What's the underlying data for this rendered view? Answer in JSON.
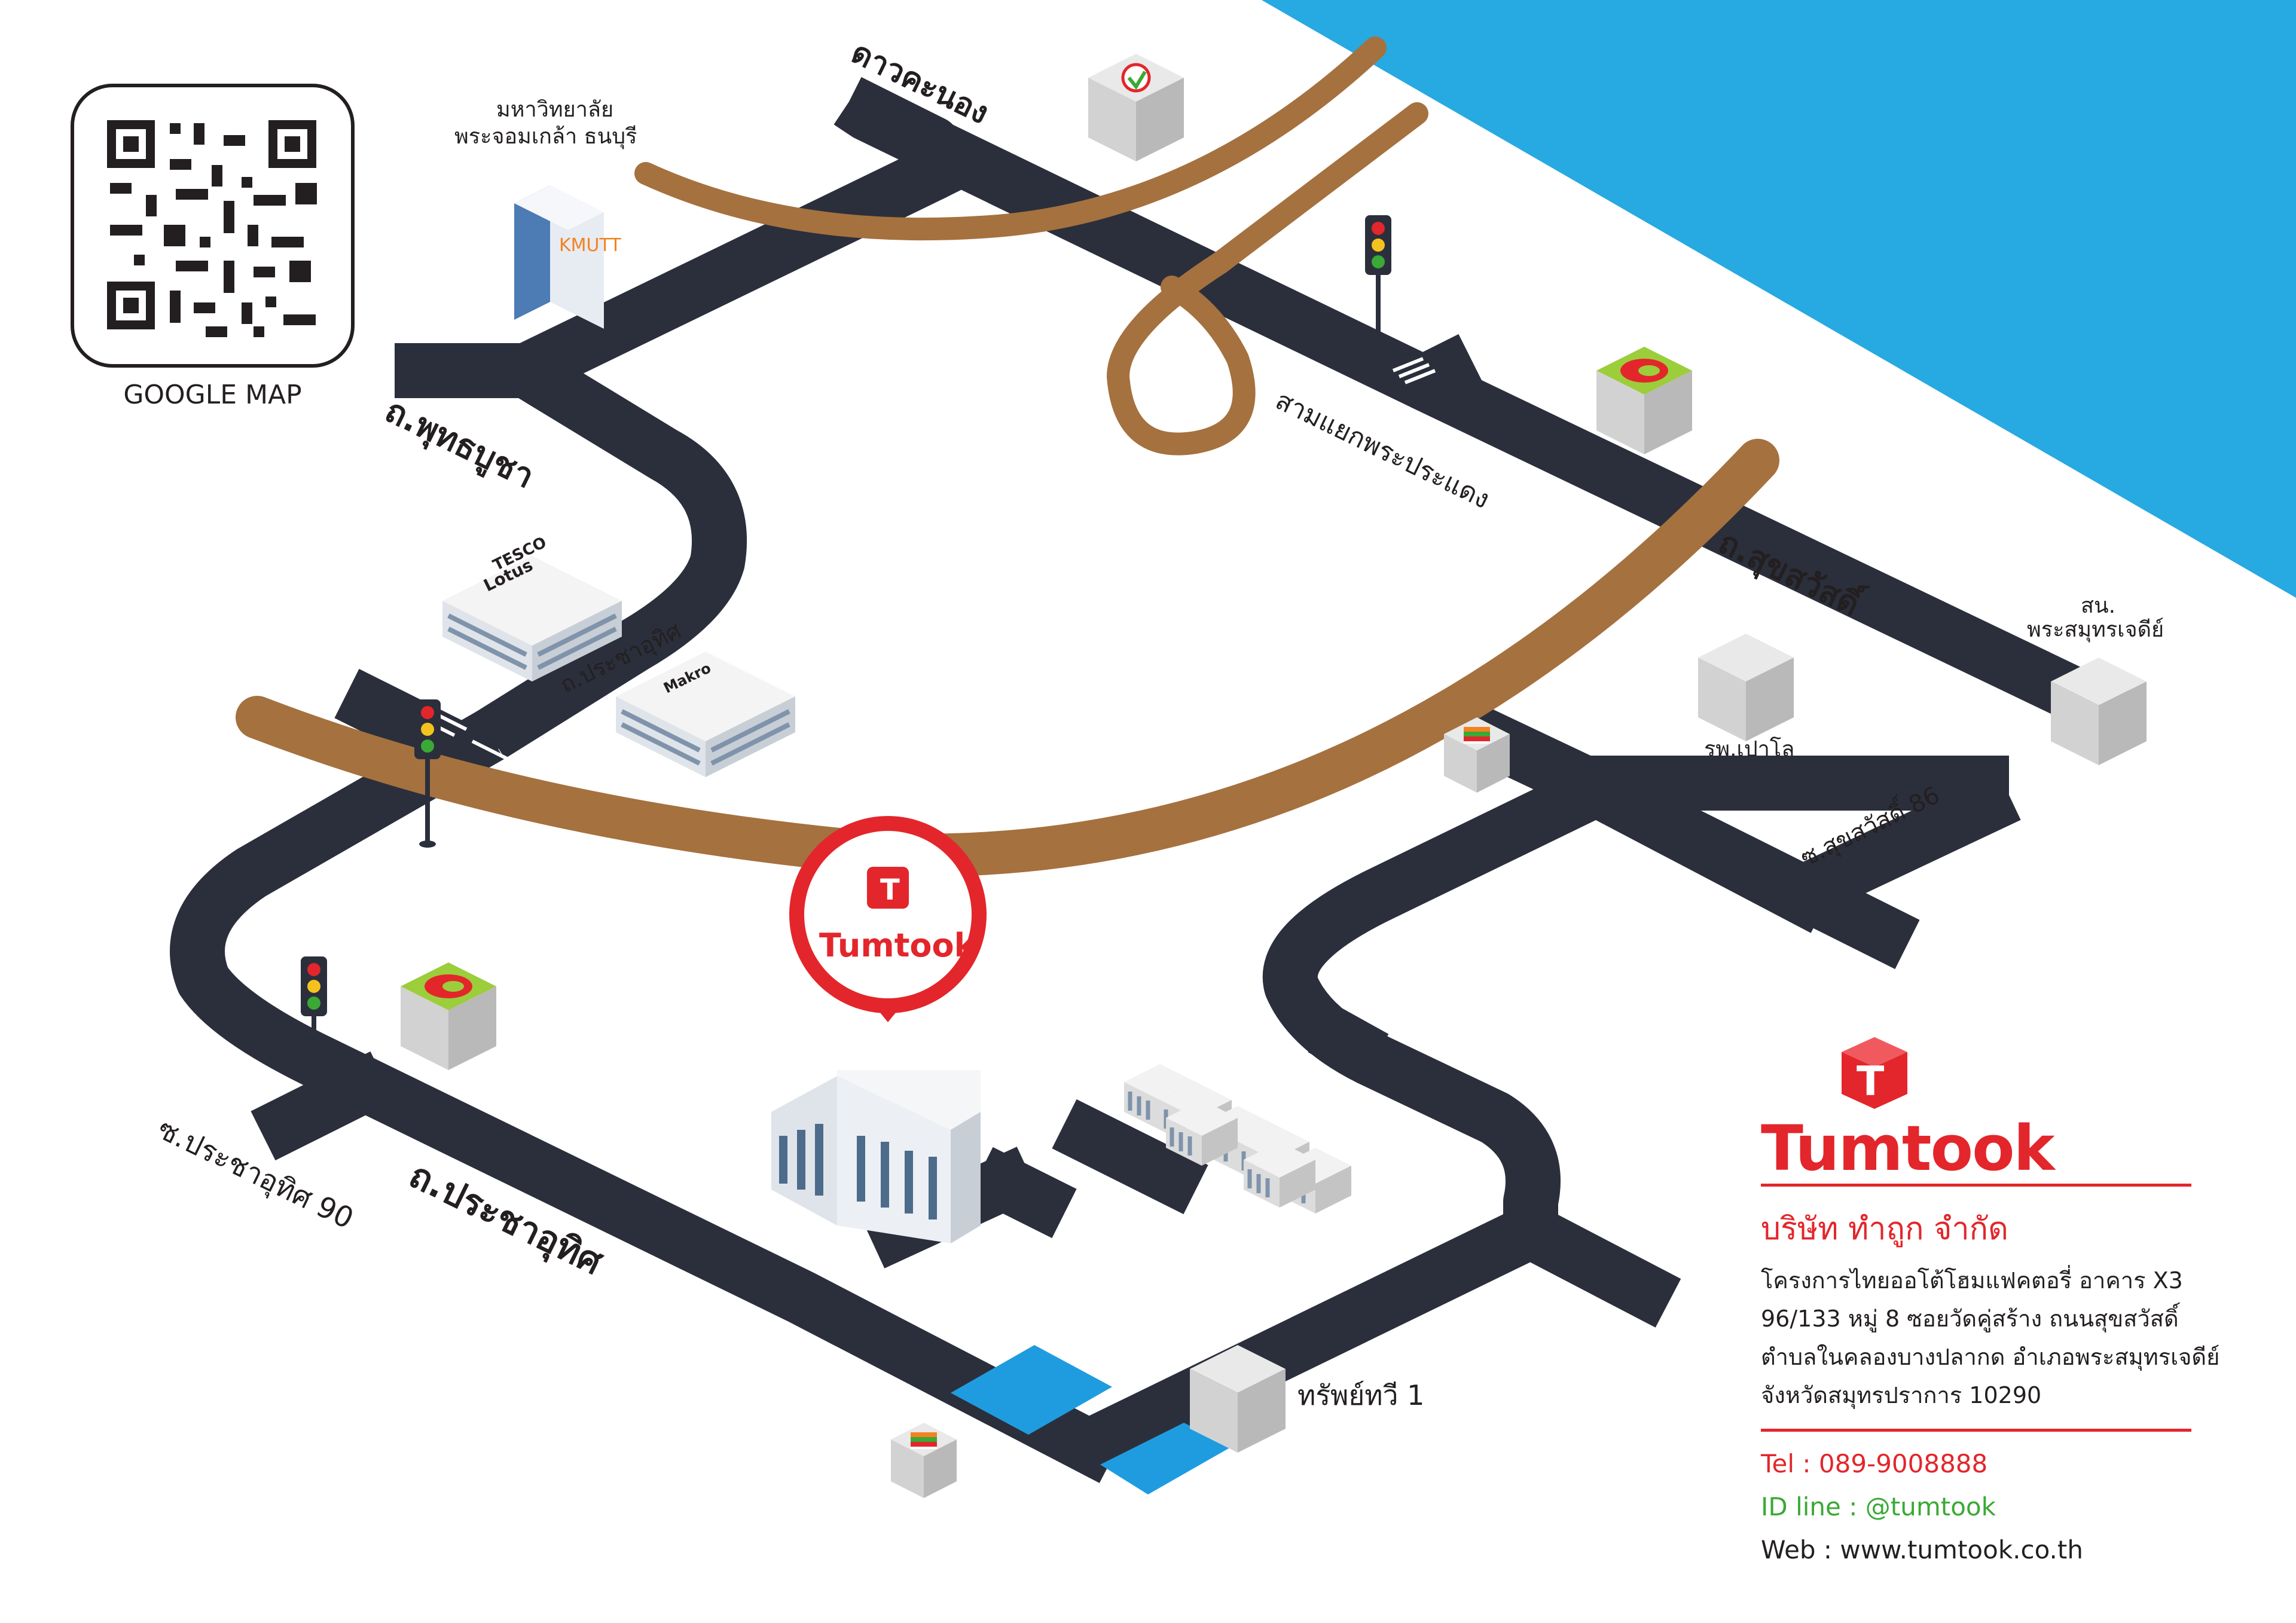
{
  "qr": {
    "label": "GOOGLE MAP",
    "icon": "qr-code-icon"
  },
  "roads": {
    "dao_khanong": "ดาวคะนอง",
    "phutthabucha": "ถ.พุทธบูชา",
    "pracha_uthit_small": "ถ.ประชาอุทิศ",
    "pracha_uthit": "ถ.ประชาอุทิศ",
    "soi_pracha_uthit_90": "ซ.ประชาอุทิศ 90",
    "sam_yaek_phra_pradaeng": "สามแยกพระประแดง",
    "suk_sawat": "ถ.สุขสวัสดิ์",
    "soi_suk_sawat_86": "ซ.สุขสวัสดิ์ 86"
  },
  "landmarks": {
    "kmutt_line1": "มหาวิทยาลัย",
    "kmutt_line2": "พระจอมเกล้า ธนบุรี",
    "kmutt_logo": "KMUTT",
    "tesco_line1": "TESCO",
    "tesco_line2": "Lotus",
    "makro": "Makro",
    "paolo_hospital": "รพ.เปาโล",
    "police_line1": "สน.",
    "police_line2": "พระสมุทรเจดีย์",
    "sap_thawi": "ทรัพย์ทวี 1"
  },
  "pin": {
    "brand": "Tumtook"
  },
  "company": {
    "brand": "Tumtook",
    "name": "บริษัท ทำถูก จำกัด",
    "address": [
      "โครงการไทยออโต้โฮมแฟคตอรี่ อาคาร X3",
      "96/133 หมู่ 8 ซอยวัดคู่สร้าง ถนนสุขสวัสดิ์",
      "ตำบลในคลองบางปลากด อำเภอพระสมุทรเจดีย์",
      "จังหวัดสมุทรปราการ 10290"
    ],
    "tel": "Tel : 089-9008888",
    "line": "ID line : @tumtook",
    "web": "Web : www.tumtook.co.th"
  },
  "colors": {
    "brand_red": "#e3262b",
    "road": "#2b2f3c",
    "river": "#27a9e1",
    "bridge": "#a5713e",
    "line_green": "#3aa935",
    "water": "#1f9ce0"
  }
}
